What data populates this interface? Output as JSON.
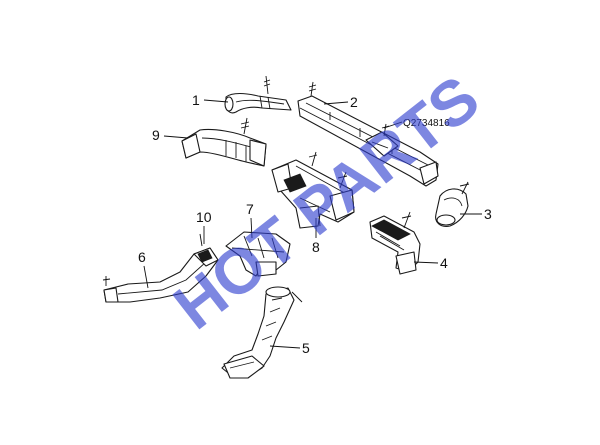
{
  "callouts": [
    {
      "id": "1",
      "label": "1"
    },
    {
      "id": "2",
      "label": "2"
    },
    {
      "id": "3",
      "label": "3"
    },
    {
      "id": "4",
      "label": "4"
    },
    {
      "id": "5",
      "label": "5"
    },
    {
      "id": "6",
      "label": "6"
    },
    {
      "id": "7",
      "label": "7"
    },
    {
      "id": "8",
      "label": "8"
    },
    {
      "id": "9",
      "label": "9"
    },
    {
      "id": "10",
      "label": "10"
    }
  ],
  "part_code": "Q2734816",
  "watermark": "HOT PARTS"
}
